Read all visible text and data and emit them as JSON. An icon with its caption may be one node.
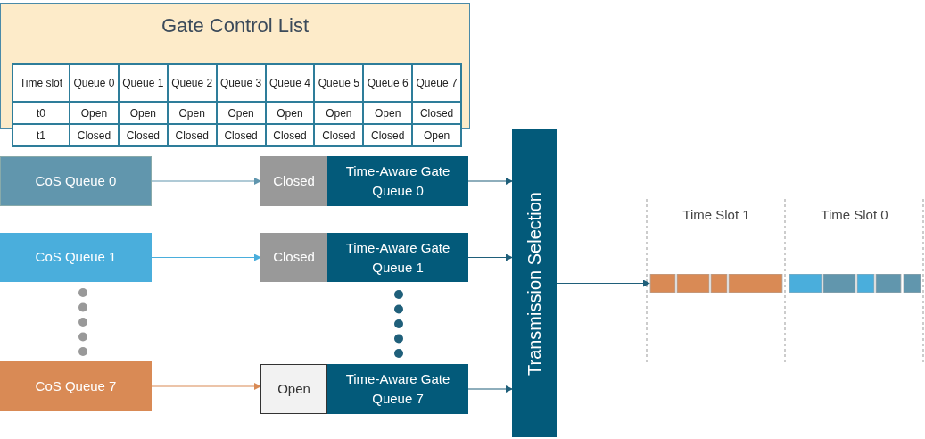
{
  "diagram": {
    "nodes": [
      {
        "text": [
          "Gate Control List"
        ]
      },
      {
        "text": [
          "CoS Queue 0"
        ]
      },
      {
        "text": [
          "CoS Queue 1"
        ]
      },
      {
        "text": [
          "CoS Queue 7"
        ]
      },
      {
        "text": [
          "Closed"
        ]
      },
      {
        "text": [
          "Time-Aware Gate Queue 0"
        ]
      },
      {
        "text": [
          "Closed"
        ]
      },
      {
        "text": [
          "Time-Aware Gate Queue 1"
        ]
      },
      {
        "text": [
          "Open"
        ]
      },
      {
        "text": [
          "Time-Aware Gate Queue 7"
        ]
      },
      {
        "text": [
          "Transmission Selection"
        ]
      },
      {
        "text": [],
        "shape": "bar"
      }
    ],
    "edges": [
      {
        "from": 1,
        "to": 4,
        "arrow": "to",
        "color": "#6096ae"
      },
      {
        "from": 2,
        "to": 6,
        "arrow": "to",
        "color": "#4aaedc"
      },
      {
        "from": 3,
        "to": 8,
        "arrow": "to",
        "color": "#d98a55"
      },
      {
        "from": 5,
        "to": 10,
        "arrow": "to"
      },
      {
        "from": 7,
        "to": 10,
        "arrow": "to"
      },
      {
        "from": 9,
        "to": 10,
        "arrow": "to"
      },
      {
        "from": 10,
        "to": 11,
        "arrow": "to"
      }
    ],
    "labels": [
      "Time slot",
      "Queue 0",
      "Queue 1",
      "Queue 2",
      "Queue 3",
      "Queue 4",
      "Queue 5",
      "Queue 6",
      "Queue 7",
      "t0",
      "Open",
      "Open",
      "Open",
      "Open",
      "Open",
      "Open",
      "Open",
      "Closed",
      "t1",
      "Closed",
      "Closed",
      "Closed",
      "Closed",
      "Closed",
      "Closed",
      "Closed",
      "Open",
      "Time Slot 1",
      "Time Slot 0"
    ]
  }
}
